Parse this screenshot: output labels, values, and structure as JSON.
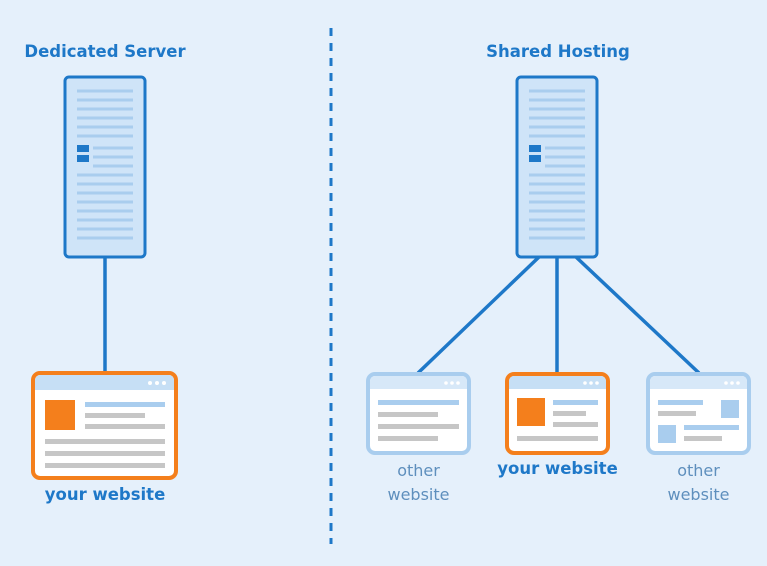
{
  "colors": {
    "background": "#e5f0fb",
    "accent_blue": "#1e78c8",
    "light_blue": "#a9cdee",
    "orange": "#f47f1c",
    "gray": "#c6c6c6",
    "divider": "#1e78c8"
  },
  "left": {
    "title": "Dedicated Server",
    "website_label": "your website"
  },
  "right": {
    "title": "Shared Hosting",
    "sites": [
      {
        "line1": "other",
        "line2": "website"
      },
      {
        "line1": "your website",
        "line2": ""
      },
      {
        "line1": "other",
        "line2": "website"
      }
    ]
  },
  "icons": {
    "server": "server-icon",
    "website": "website-window-icon"
  }
}
